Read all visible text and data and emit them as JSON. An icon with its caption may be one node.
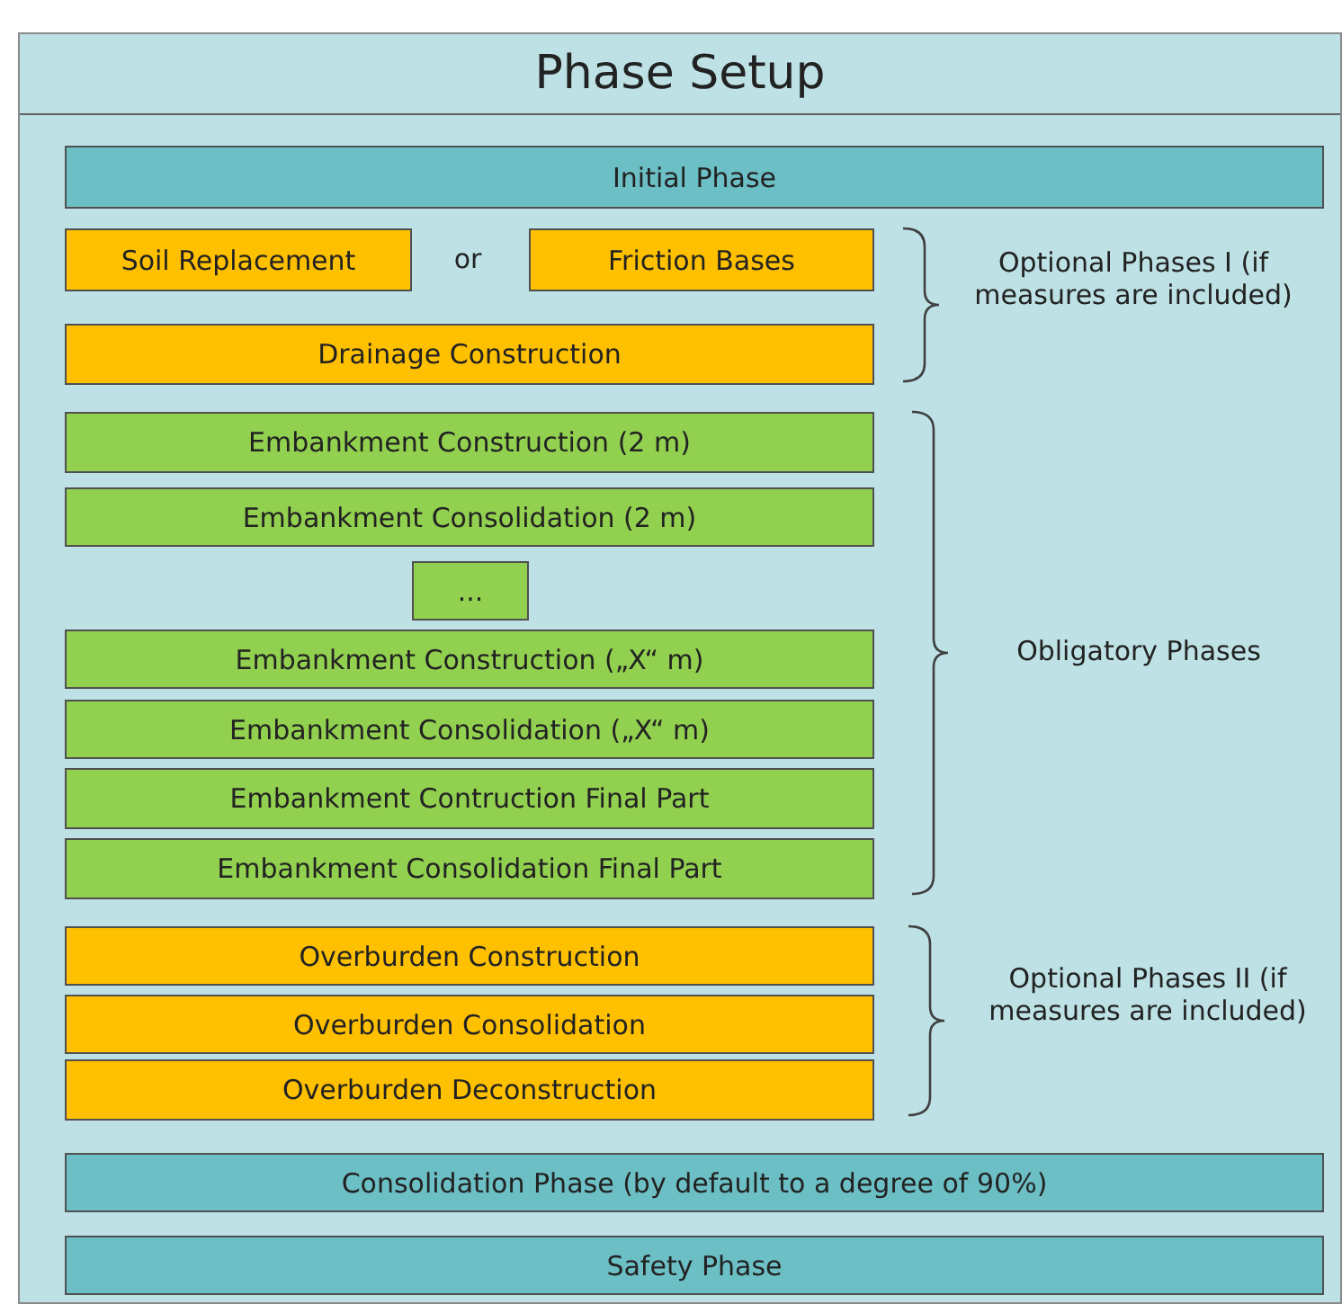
{
  "diagram": {
    "nodes": [
      {
        "text": [
          "Phase Setup"
        ]
      },
      {
        "text": [
          "Initial Phase"
        ],
        "in": 0
      },
      {
        "text": [
          "Soil Replacement"
        ],
        "in": 0
      },
      {
        "text": [
          "Friction Bases"
        ],
        "in": 0
      },
      {
        "text": [
          "Drainage Construction"
        ],
        "in": 0
      },
      {
        "text": [
          "Embankment Construction (2 m)"
        ],
        "in": 0
      },
      {
        "text": [
          "Embankment Consolidation (2 m)"
        ],
        "in": 0
      },
      {
        "text": [
          "..."
        ],
        "in": 0
      },
      {
        "text": [
          "Embankment Construction („X“ m)"
        ],
        "in": 0
      },
      {
        "text": [
          "Embankment Consolidation („X“ m)"
        ],
        "in": 0
      },
      {
        "text": [
          "Embankment Contruction Final Part"
        ],
        "in": 0
      },
      {
        "text": [
          "Embankment Consolidation Final Part"
        ],
        "in": 0
      },
      {
        "text": [
          "Overburden Construction"
        ],
        "in": 0
      },
      {
        "text": [
          "Overburden Consolidation"
        ],
        "in": 0
      },
      {
        "text": [
          "Overburden Deconstruction"
        ],
        "in": 0
      },
      {
        "text": [
          "Consolidation Phase (by default to a degree of 90%)"
        ],
        "in": 0
      },
      {
        "text": [
          "Safety Phase"
        ],
        "in": 0
      }
    ],
    "edges": [],
    "labels": [
      "or",
      "Optional Phases I (if measures are included)",
      "Obligatory Phases",
      "Optional Phases II (if measures are included)"
    ]
  }
}
